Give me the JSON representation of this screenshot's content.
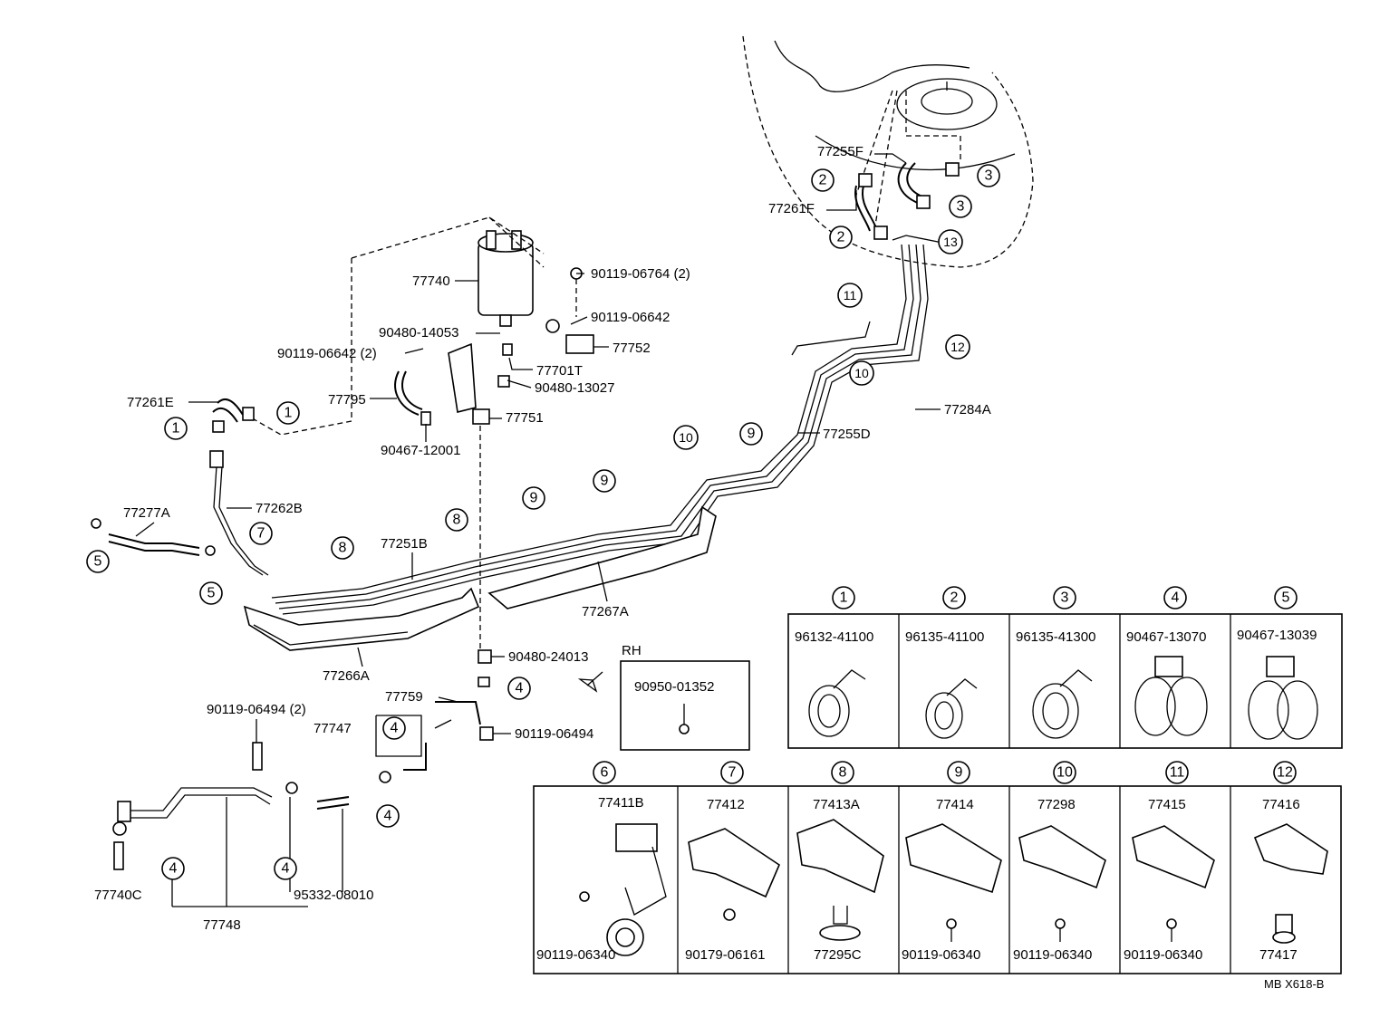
{
  "labels": {
    "p77255F": "77255F",
    "p77261F": "77261F",
    "p77740": "77740",
    "p90119_06764": "90119-06764 (2)",
    "p90119_06642": "90119-06642",
    "p90480_14053": "90480-14053",
    "p77752": "77752",
    "p90119_06642x2": "90119-06642 (2)",
    "p77701T": "77701T",
    "p90480_13027": "90480-13027",
    "p77261E": "77261E",
    "p77795": "77795",
    "p77751": "77751",
    "p90467_12001": "90467-12001",
    "p77284A": "77284A",
    "p77255D": "77255D",
    "p77277A": "77277A",
    "p77262B": "77262B",
    "p77251B": "77251B",
    "p77267A": "77267A",
    "p77266A": "77266A",
    "p90480_24013": "90480-24013",
    "rh": "RH",
    "p90950_01352": "90950-01352",
    "p77759": "77759",
    "p90119_06494x2": "90119-06494 (2)",
    "p77747": "77747",
    "p90119_06494": "90119-06494",
    "p77740C": "77740C",
    "p95332_08010": "95332-08010",
    "p77748": "77748",
    "code": "MB  X618-B"
  },
  "clip_table_top": [
    {
      "num": "1",
      "part": "96132-41100"
    },
    {
      "num": "2",
      "part": "96135-41100"
    },
    {
      "num": "3",
      "part": "96135-41300"
    },
    {
      "num": "4",
      "part": "90467-13070"
    },
    {
      "num": "5",
      "part": "90467-13039"
    }
  ],
  "clip_table_bottom": [
    {
      "num": "6",
      "part": "77411B",
      "sub": "90119-06340"
    },
    {
      "num": "7",
      "part": "77412",
      "sub": "90179-06161"
    },
    {
      "num": "8",
      "part": "77413A",
      "sub": "77295C"
    },
    {
      "num": "9",
      "part": "77414",
      "sub": "90119-06340"
    },
    {
      "num": "10",
      "part": "77298",
      "sub": "90119-06340"
    },
    {
      "num": "11",
      "part": "77415",
      "sub": "90119-06340"
    },
    {
      "num": "12",
      "part": "77416",
      "sub": "77417"
    }
  ],
  "callouts": {
    "c1": "1",
    "c2": "2",
    "c3": "3",
    "c4": "4",
    "c5": "5",
    "c6": "6",
    "c7": "7",
    "c8": "8",
    "c9": "9",
    "c10": "10",
    "c11": "11",
    "c12": "12",
    "c13": "13"
  }
}
